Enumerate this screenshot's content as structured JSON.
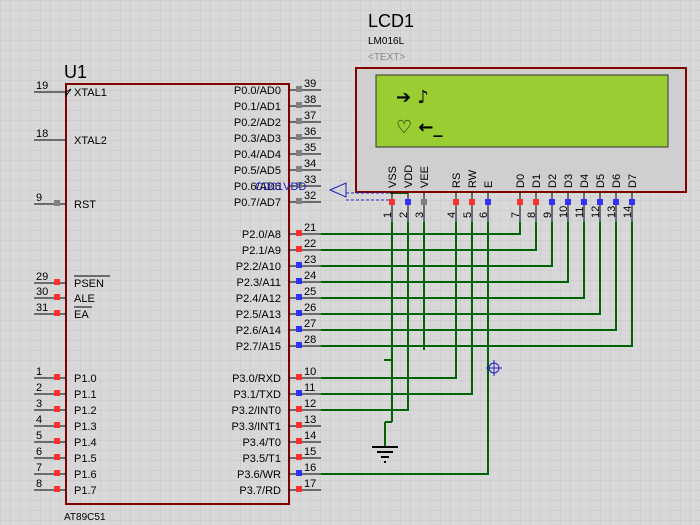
{
  "chip": {
    "ref": "U1",
    "part": "AT89C51"
  },
  "lcd": {
    "ref": "LCD1",
    "part": "LM016L",
    "text_tag": "<TEXT>",
    "line1": "➔  ♪",
    "line2": "♡  ←_"
  },
  "probe": {
    "label": "CD01VDD"
  },
  "left_pins": [
    {
      "num": "19",
      "label": "XTAL1"
    },
    {
      "num": "18",
      "label": "XTAL2"
    },
    {
      "num": "9",
      "label": "RST"
    },
    {
      "num": "29",
      "label": "PSEN"
    },
    {
      "num": "30",
      "label": "ALE"
    },
    {
      "num": "31",
      "label": "EA"
    },
    {
      "num": "1",
      "label": "P1.0"
    },
    {
      "num": "2",
      "label": "P1.1"
    },
    {
      "num": "3",
      "label": "P1.2"
    },
    {
      "num": "4",
      "label": "P1.3"
    },
    {
      "num": "5",
      "label": "P1.4"
    },
    {
      "num": "6",
      "label": "P1.5"
    },
    {
      "num": "7",
      "label": "P1.6"
    },
    {
      "num": "8",
      "label": "P1.7"
    }
  ],
  "right_pins": [
    {
      "num": "39",
      "label": "P0.0/AD0"
    },
    {
      "num": "38",
      "label": "P0.1/AD1"
    },
    {
      "num": "37",
      "label": "P0.2/AD2"
    },
    {
      "num": "36",
      "label": "P0.3/AD3"
    },
    {
      "num": "35",
      "label": "P0.4/AD4"
    },
    {
      "num": "34",
      "label": "P0.5/AD5"
    },
    {
      "num": "33",
      "label": "P0.6/AD6"
    },
    {
      "num": "32",
      "label": "P0.7/AD7"
    },
    {
      "num": "21",
      "label": "P2.0/A8"
    },
    {
      "num": "22",
      "label": "P2.1/A9"
    },
    {
      "num": "23",
      "label": "P2.2/A10"
    },
    {
      "num": "24",
      "label": "P2.3/A11"
    },
    {
      "num": "25",
      "label": "P2.4/A12"
    },
    {
      "num": "26",
      "label": "P2.5/A13"
    },
    {
      "num": "27",
      "label": "P2.6/A14"
    },
    {
      "num": "28",
      "label": "P2.7/A15"
    },
    {
      "num": "10",
      "label": "P3.0/RXD"
    },
    {
      "num": "11",
      "label": "P3.1/TXD"
    },
    {
      "num": "12",
      "label": "P3.2/INT0"
    },
    {
      "num": "13",
      "label": "P3.3/INT1"
    },
    {
      "num": "14",
      "label": "P3.4/T0"
    },
    {
      "num": "15",
      "label": "P3.5/T1"
    },
    {
      "num": "16",
      "label": "P3.6/WR"
    },
    {
      "num": "17",
      "label": "P3.7/RD"
    }
  ],
  "lcd_pins": [
    {
      "num": "1",
      "label": "VSS"
    },
    {
      "num": "2",
      "label": "VDD"
    },
    {
      "num": "3",
      "label": "VEE"
    },
    {
      "num": "4",
      "label": "RS"
    },
    {
      "num": "5",
      "label": "RW"
    },
    {
      "num": "6",
      "label": "E"
    },
    {
      "num": "7",
      "label": "D0"
    },
    {
      "num": "8",
      "label": "D1"
    },
    {
      "num": "9",
      "label": "D2"
    },
    {
      "num": "10",
      "label": "D3"
    },
    {
      "num": "11",
      "label": "D4"
    },
    {
      "num": "12",
      "label": "D5"
    },
    {
      "num": "13",
      "label": "D6"
    },
    {
      "num": "14",
      "label": "D7"
    }
  ],
  "colors": {
    "background": "#d8d8d8",
    "grid": "#c4c4c4",
    "component": "#800000",
    "wire": "#006400",
    "lcd_screen": "#9acd32",
    "pin_high": "#ff3030",
    "pin_low": "#3030ff",
    "pin_float": "#808080"
  }
}
